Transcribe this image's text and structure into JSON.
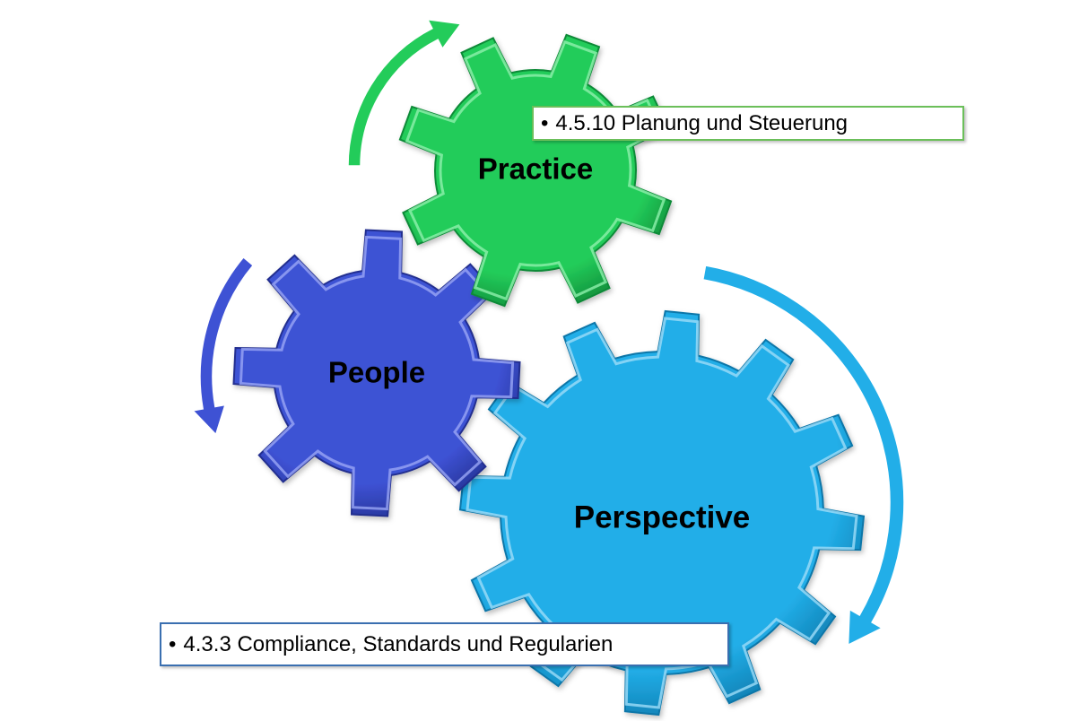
{
  "gears": {
    "practice": {
      "label": "Practice",
      "color": "#23cc5a",
      "edge": "#0f8a38",
      "highlight": "#8ff0ad"
    },
    "people": {
      "label": "People",
      "color": "#3e52d4",
      "edge": "#222f8f",
      "highlight": "#9aa6f5"
    },
    "perspective": {
      "label": "Perspective",
      "color": "#22aee8",
      "edge": "#0b76a8",
      "highlight": "#9ddcf7"
    }
  },
  "arrows": {
    "green": {
      "color": "#23cc5a"
    },
    "blue": {
      "color": "#3e52d4"
    },
    "cyan": {
      "color": "#22aee8"
    }
  },
  "callouts": {
    "practice": {
      "bullet": "•",
      "text": "4.5.10 Planung und Steuerung"
    },
    "perspective": {
      "bullet": "•",
      "text": "4.3.3 Compliance, Standards und Regularien"
    }
  }
}
